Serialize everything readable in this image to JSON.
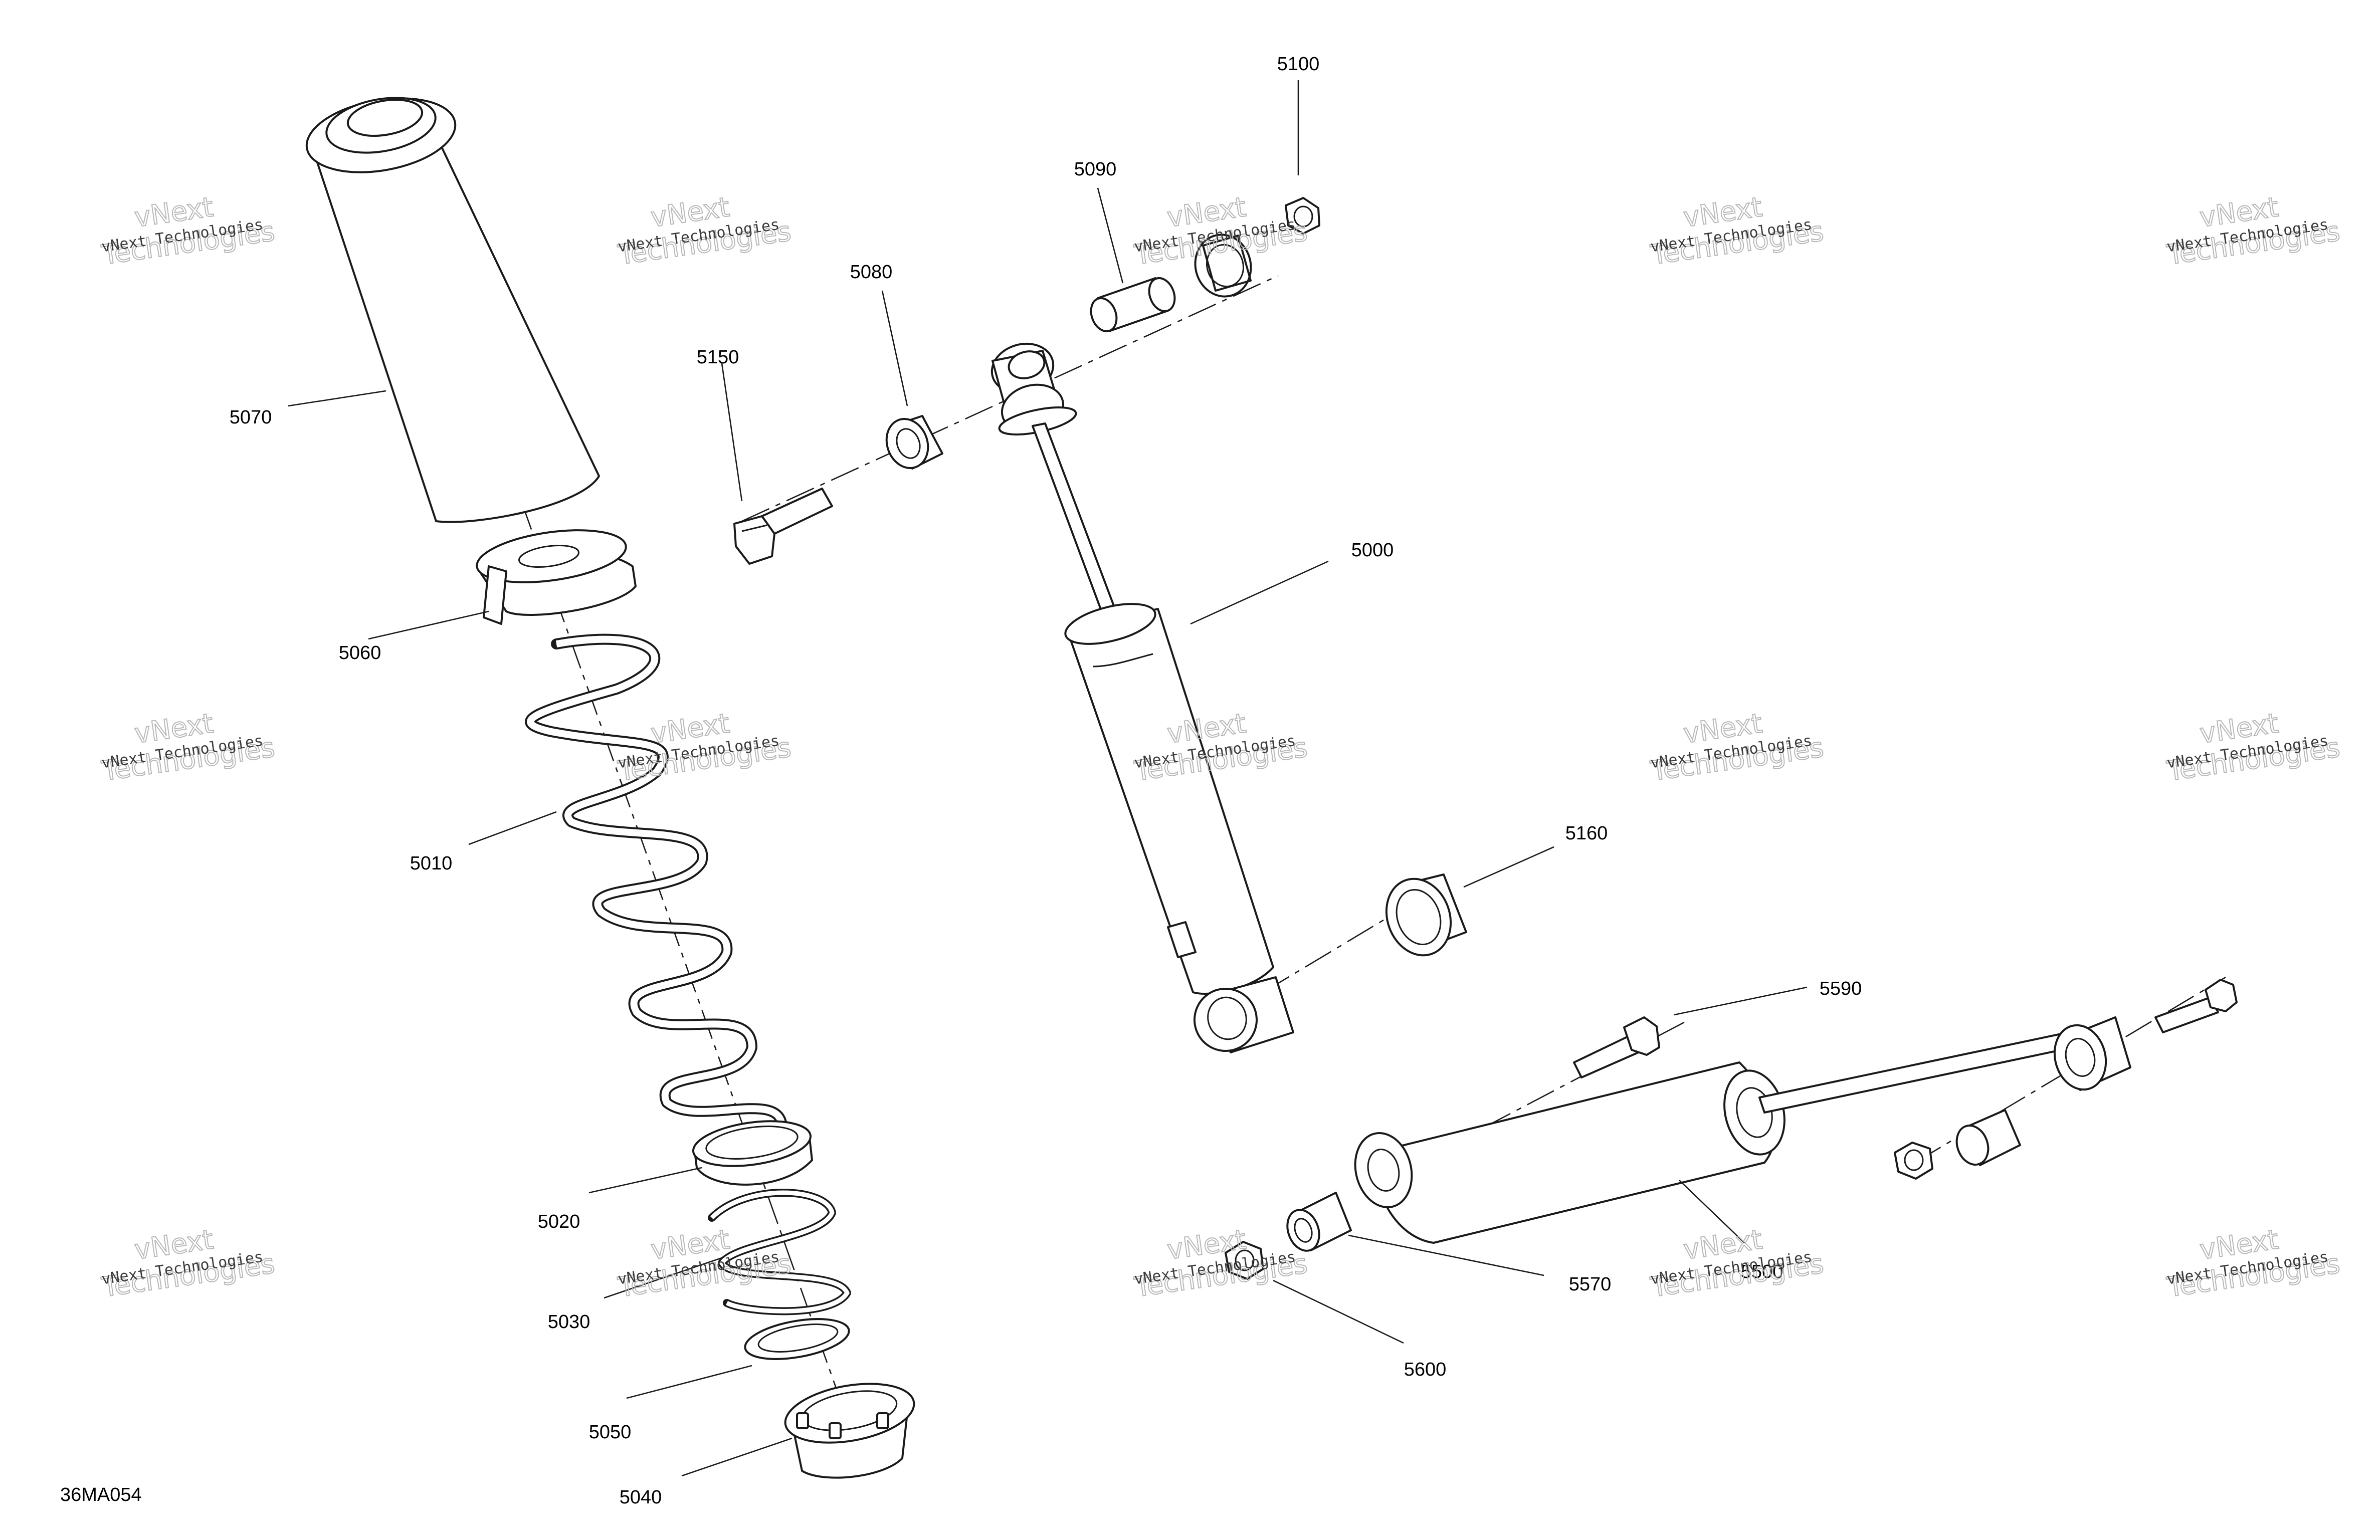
{
  "diagram": {
    "figure_code": "36MA054",
    "callouts": [
      "5000",
      "5010",
      "5020",
      "5030",
      "5040",
      "5050",
      "5060",
      "5070",
      "5080",
      "5090",
      "5100",
      "5150",
      "5160",
      "5500",
      "5570",
      "5590",
      "5600"
    ],
    "watermark": {
      "line1": "vNext Technologies",
      "line2a": "vNext",
      "line2b": "Technologies"
    }
  }
}
